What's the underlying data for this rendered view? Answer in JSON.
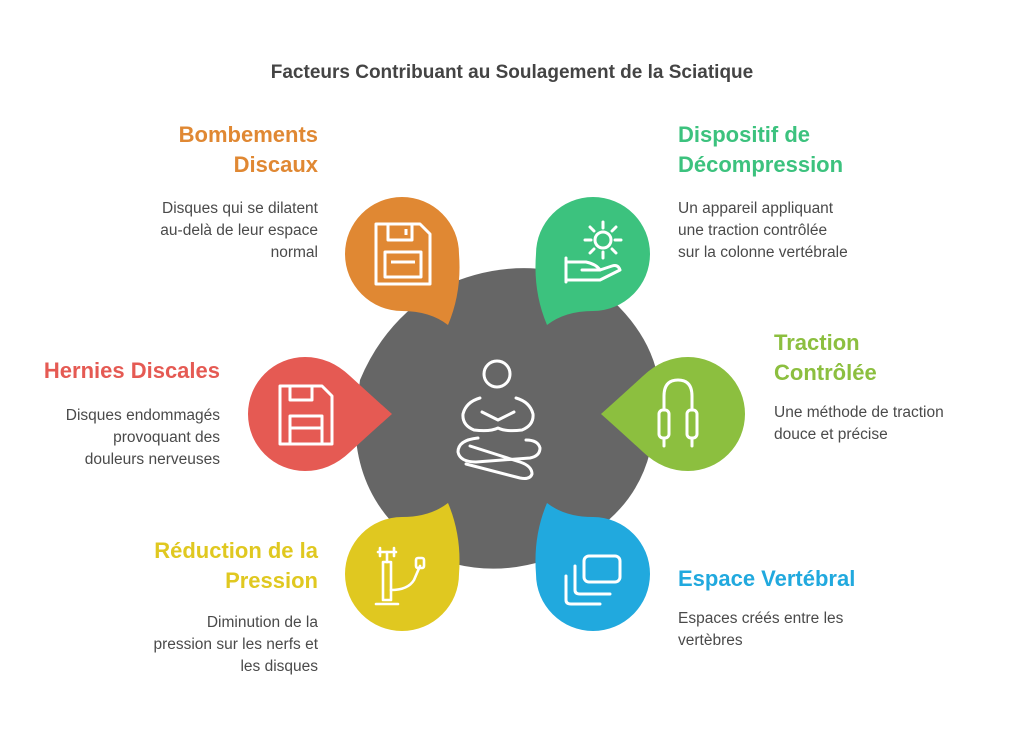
{
  "title": "Facteurs Contribuant au Soulagement de la Sciatique",
  "colors": {
    "center": "#666666",
    "orange": "#E08833",
    "green_teal": "#3CC27E",
    "red": "#E55A53",
    "olive_green": "#8CBF3F",
    "yellow": "#E0C820",
    "blue": "#21A9DE"
  },
  "center_icon": "meditation-person-icon",
  "factors": [
    {
      "id": "bombements",
      "label_lines": [
        "Bombements",
        "Discaux"
      ],
      "description_lines": [
        "Disques qui se dilatent",
        "au-delà de leur espace",
        "normal"
      ],
      "icon": "floppy-disk-icon",
      "color": "#E08833"
    },
    {
      "id": "dispositif",
      "label_lines": [
        "Dispositif de",
        "Décompression"
      ],
      "description_lines": [
        "Un appareil appliquant",
        "une traction contrôlée",
        "sur la colonne vertébrale"
      ],
      "icon": "gear-hand-icon",
      "color": "#3CC27E"
    },
    {
      "id": "hernies",
      "label_lines": [
        "Hernies Discales"
      ],
      "description_lines": [
        "Disques endommagés",
        "provoquant des",
        "douleurs nerveuses"
      ],
      "icon": "disk-save-icon",
      "color": "#E55A53"
    },
    {
      "id": "traction",
      "label_lines": [
        "Traction",
        "Contrôlée"
      ],
      "description_lines": [
        "Une méthode de traction",
        "douce et précise"
      ],
      "icon": "jump-rope-icon",
      "color": "#8CBF3F"
    },
    {
      "id": "reduction",
      "label_lines": [
        "Réduction de la",
        "Pression"
      ],
      "description_lines": [
        "Diminution de la",
        "pression sur les nerfs et",
        "les disques"
      ],
      "icon": "air-pump-icon",
      "color": "#E0C820"
    },
    {
      "id": "espace",
      "label_lines": [
        "Espace Vertébral"
      ],
      "description_lines": [
        "Espaces créés entre les",
        "vertèbres"
      ],
      "icon": "stacked-layers-icon",
      "color": "#21A9DE"
    }
  ]
}
